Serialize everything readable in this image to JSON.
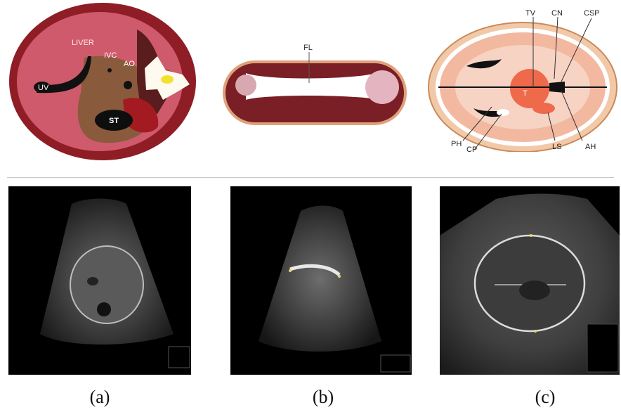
{
  "panels": {
    "a": {
      "caption": "(a)",
      "labels": {
        "liver": "LIVER",
        "ivc": "IVC",
        "ao": "AO",
        "uv": "UV",
        "st": "ST"
      }
    },
    "b": {
      "caption": "(b)",
      "labels": {
        "fl": "FL"
      }
    },
    "c": {
      "caption": "(c)",
      "labels": {
        "tv": "TV",
        "cn": "CN",
        "csp": "CSP",
        "t": "T",
        "ph": "PH",
        "cp": "CP",
        "ls": "LS",
        "ah": "AH"
      }
    }
  },
  "colors": {
    "abdomen_outer": "#8f1d25",
    "abdomen_inner": "#cf5a6b",
    "stomach_region": "#8a5a3c",
    "femur_bg": "#7a1f25",
    "head_skull": "#f2c9a8",
    "brain": "#f3b8a0",
    "thalamus": "#ee6a4a"
  }
}
